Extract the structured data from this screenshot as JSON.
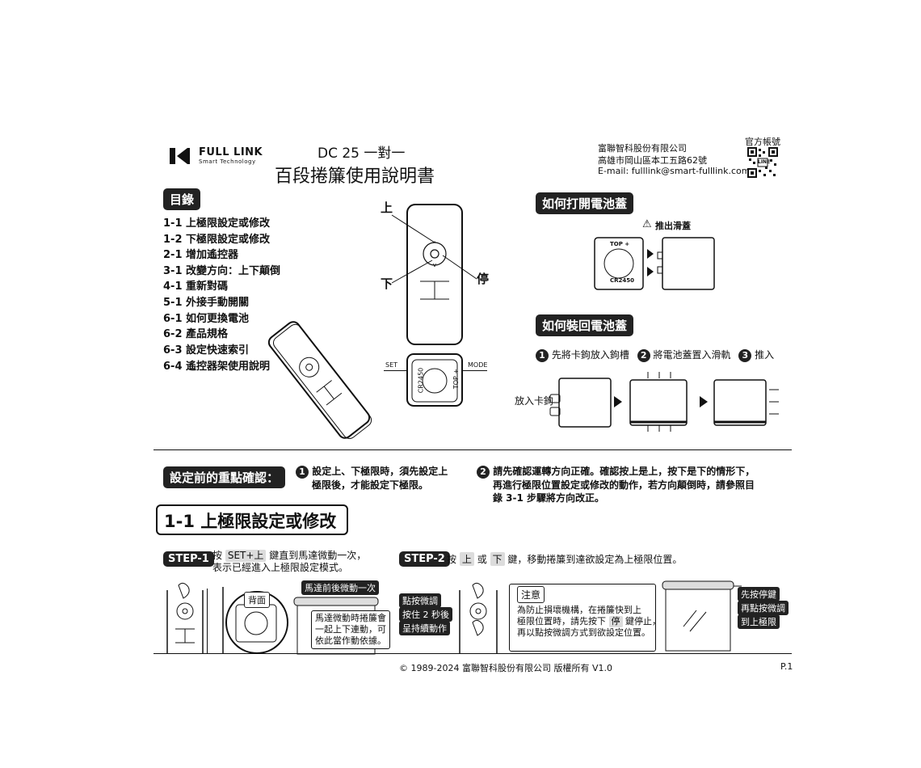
{
  "header": {
    "brand": "FULL LINK",
    "brand_sub": "Smart Technology",
    "title_line1": "DC 25 一對一",
    "title_line2": "百段捲簾使用說明書",
    "company": "富聯智科股份有限公司",
    "address": "高雄市岡山區本工五路62號",
    "email": "E-mail: fulllink@smart-fulllink.com",
    "official": "官方帳號",
    "qr_label": "LINE"
  },
  "toc": {
    "title": "目錄",
    "items": [
      "1-1 上極限設定或修改",
      "1-2 下極限設定或修改",
      "2-1 增加遙控器",
      "3-1 改變方向：上下顛倒",
      "4-1 重新對碼",
      "5-1 外接手動開關",
      "6-1 如何更換電池",
      "6-2 產品規格",
      "6-3 設定快速索引",
      "6-4 遙控器架使用說明"
    ]
  },
  "remote": {
    "up": "上",
    "down": "下",
    "stop": "停",
    "set": "SET",
    "mode": "MODE",
    "battery": "CR2450",
    "top": "TOP +"
  },
  "battery_open": {
    "title": "如何打開電池蓋",
    "warning": "推出滑蓋",
    "top": "TOP +",
    "battery": "CR2450"
  },
  "battery_close": {
    "title": "如何裝回電池蓋",
    "step1_num": "1",
    "step1": "先將卡鉤放入鉤槽",
    "step2_num": "2",
    "step2": "將電池蓋置入滑軌",
    "step3_num": "3",
    "step3": "推入",
    "hook_label": "放入卡鉤"
  },
  "confirm": {
    "label": "設定前的重點確認：",
    "n1": "1",
    "p1_line1": "設定上、下極限時，須先設定上",
    "p1_line2": "極限後，才能設定下極限。",
    "n2": "2",
    "p2_line1": "請先確認運轉方向正確。確認按上是上，按下是下的情形下，",
    "p2_line2": "再進行極限位置設定或修改的動作，若方向顛倒時，請參照目",
    "p2_line3": "錄 3-1 步驟將方向改正。"
  },
  "section": {
    "title": "1-1  上極限設定或修改"
  },
  "step1": {
    "label": "STEP-1",
    "pre": "按",
    "key": "SET+上",
    "post": "鍵直到馬達微動一次，",
    "line2": "表示已經進入上極限設定模式。",
    "back_label": "背面",
    "motor_note": "馬達前後微動一次",
    "note_line1": "馬達微動時捲簾會",
    "note_line2": "一起上下連動，可",
    "note_line3": "依此當作動依據。"
  },
  "step2": {
    "label": "STEP-2",
    "pre": "按",
    "key1": "上",
    "mid": "或",
    "key2": "下",
    "post": "鍵，移動捲簾到達欲設定為上極限位置。",
    "chip1": "點按微調",
    "chip2": "按住 2 秒後",
    "chip3": "呈持續動作",
    "note_title": "注意",
    "note_line1": "為防止損壞機構，在捲簾快到上",
    "note_line2": "極限位置時，請先按下",
    "note_key": "停",
    "note_line2b": "鍵停止，",
    "note_line3": "再以點按微調方式到欲設定位置。",
    "side1": "先按停鍵",
    "side2": "再點按微調",
    "side3": "到上極限"
  },
  "footer": {
    "copyright": "© 1989-2024 富聯智科股份有限公司 版權所有  V1.0",
    "page": "P.1"
  }
}
